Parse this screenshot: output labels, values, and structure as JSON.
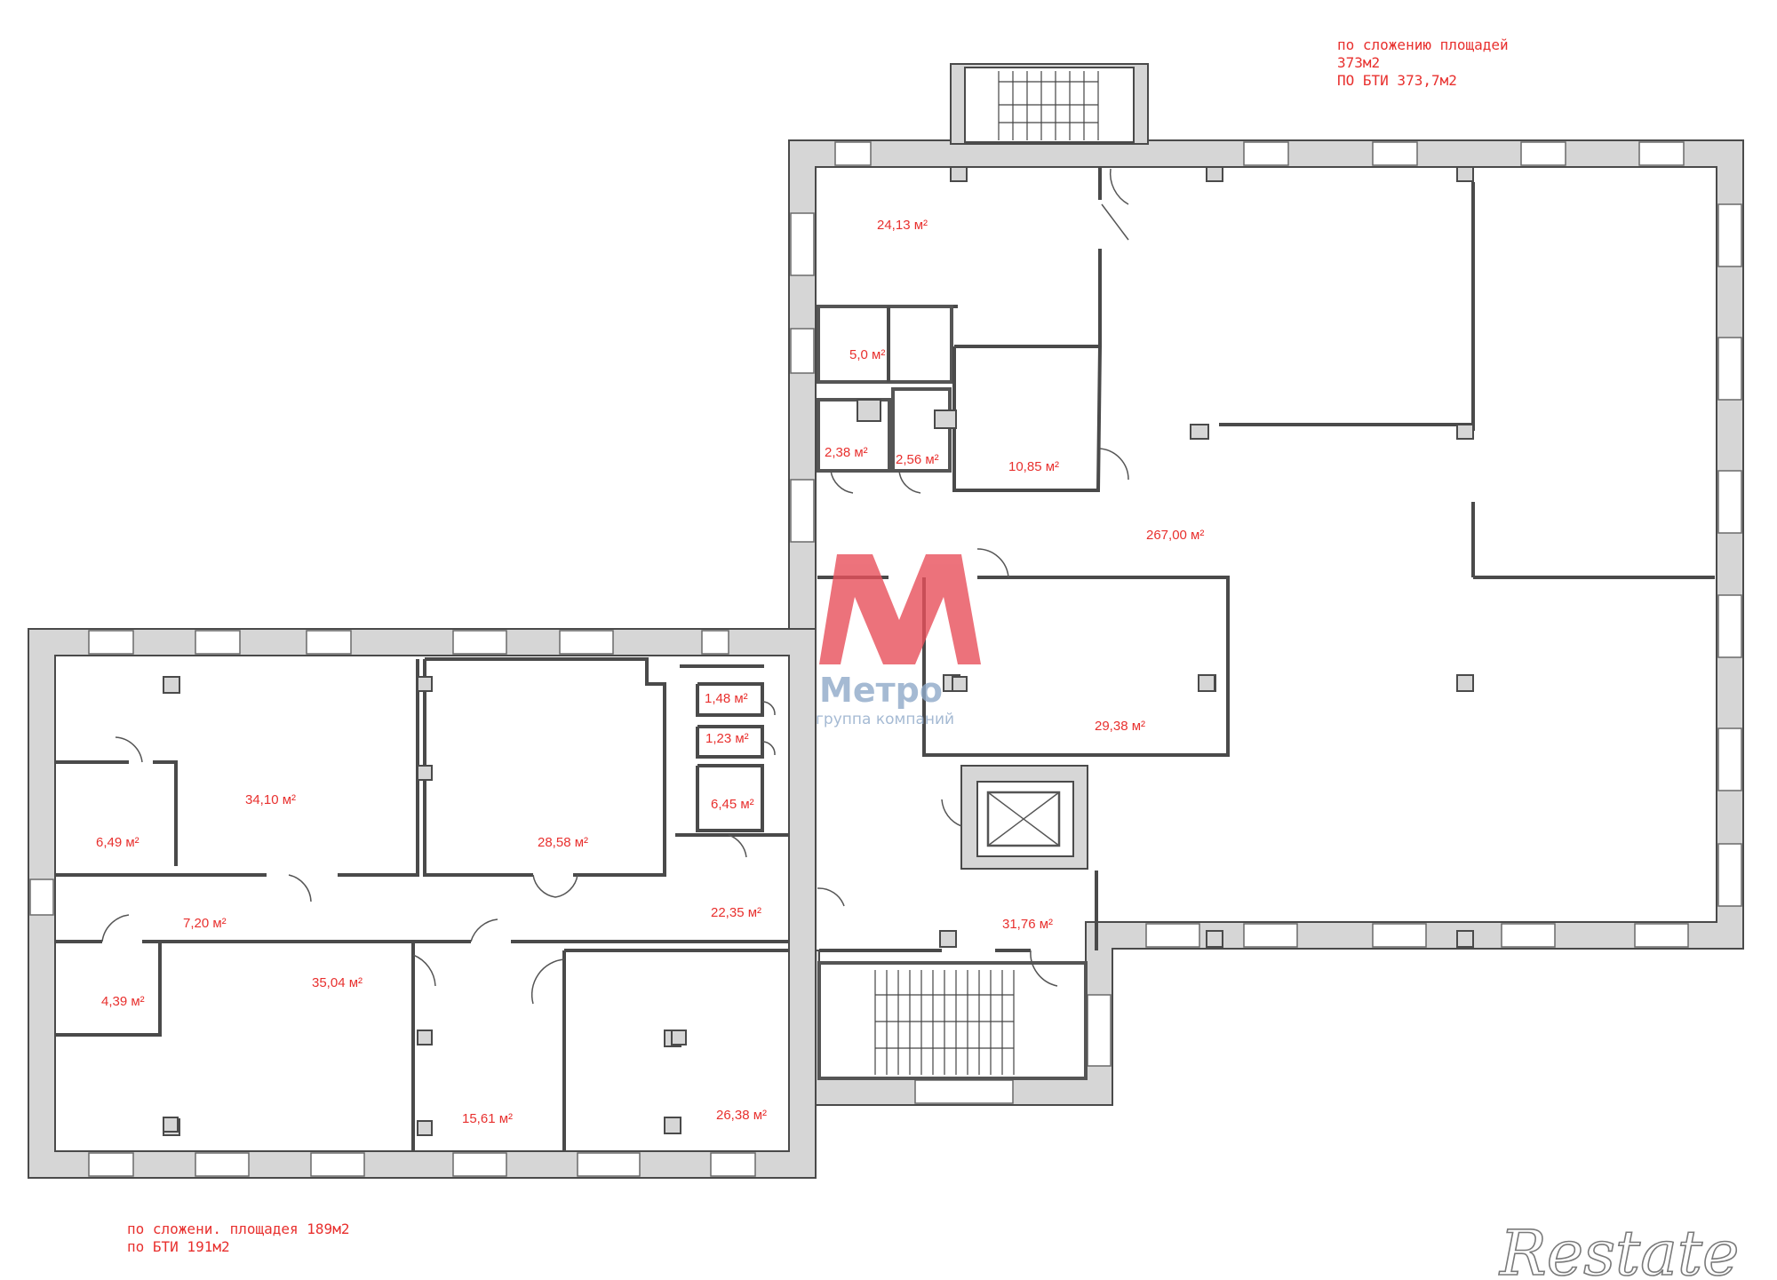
{
  "notes": {
    "top_right": [
      "по сложению площадей",
      "373м2",
      "ПО БТИ 373,7м2"
    ],
    "bottom_left": [
      "по сложени. площадея 189м2",
      "по БТИ 191м2"
    ]
  },
  "rooms": [
    {
      "id": "r1",
      "label": "24,13 м²"
    },
    {
      "id": "r2",
      "label": "5,0 м²"
    },
    {
      "id": "r3",
      "label": "2,38 м²"
    },
    {
      "id": "r4",
      "label": "2,56 м²"
    },
    {
      "id": "r5",
      "label": "10,85 м²"
    },
    {
      "id": "r6",
      "label": "267,00 м²"
    },
    {
      "id": "r7",
      "label": "29,38 м²"
    },
    {
      "id": "r8",
      "label": "1,48 м²"
    },
    {
      "id": "r9",
      "label": "1,23 м²"
    },
    {
      "id": "r10",
      "label": "6,45 м²"
    },
    {
      "id": "r11",
      "label": "34,10 м²"
    },
    {
      "id": "r12",
      "label": "6,49 м²"
    },
    {
      "id": "r13",
      "label": "28,58 м²"
    },
    {
      "id": "r14",
      "label": "7,20 м²"
    },
    {
      "id": "r15",
      "label": "22,35 м²"
    },
    {
      "id": "r16",
      "label": "31,76 м²"
    },
    {
      "id": "r17",
      "label": "35,04 м²"
    },
    {
      "id": "r18",
      "label": "4,39 м²"
    },
    {
      "id": "r19",
      "label": "15,61 м²"
    },
    {
      "id": "r20",
      "label": "26,38 м²"
    }
  ],
  "logo": {
    "name": "Метро",
    "subtitle": "группа компаний",
    "color": "#e8505b"
  },
  "watermark": {
    "text": "Restate"
  },
  "colors": {
    "area_text": "#e8302e",
    "wall": "#d6d6d6"
  }
}
